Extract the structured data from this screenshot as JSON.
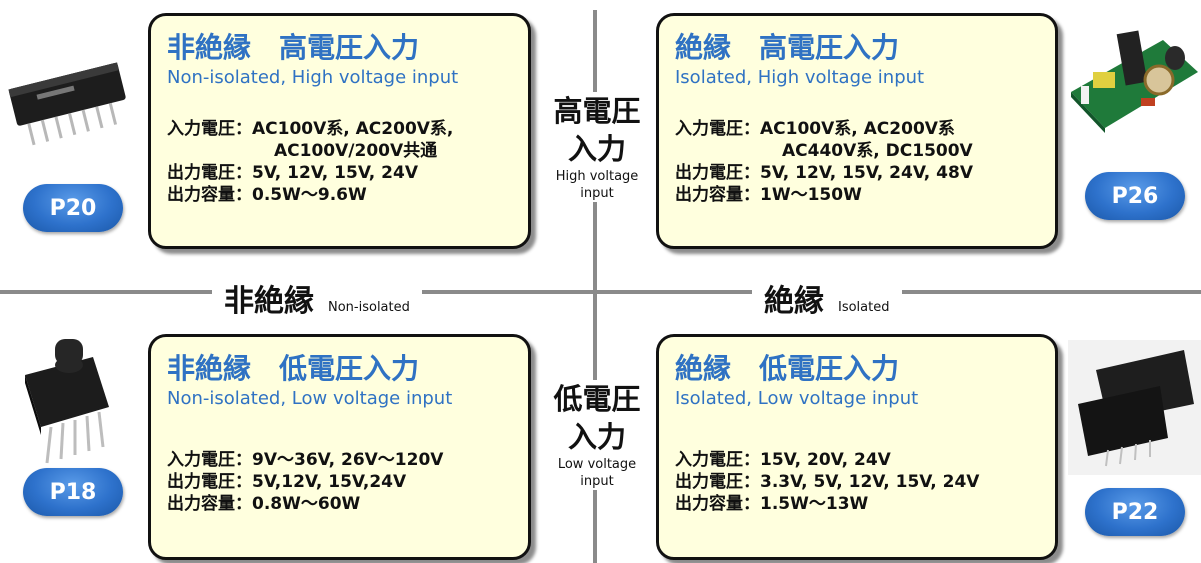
{
  "axes": {
    "non_isolated": {
      "jp": "非絶縁",
      "en": "Non-isolated"
    },
    "isolated": {
      "jp": "絶縁",
      "en": "Isolated"
    },
    "high_voltage": {
      "jp_line1": "高電圧",
      "jp_line2": "入力",
      "en_line1": "High voltage",
      "en_line2": "input"
    },
    "low_voltage": {
      "jp_line1": "低電圧",
      "jp_line2": "入力",
      "en_line1": "Low voltage",
      "en_line2": "input"
    }
  },
  "cards": {
    "non_isolated_high": {
      "title": "非絶縁　高電圧入力",
      "subtitle": "Non-isolated, High voltage input",
      "specs": [
        "入力電圧：AC100V系, AC200V系,",
        "AC100V/200V共通",
        "出力電圧：5V, 12V, 15V, 24V",
        "出力容量：0.5W～9.6W"
      ],
      "page": "P20"
    },
    "isolated_high": {
      "title": "絶縁　高電圧入力",
      "subtitle": "Isolated, High voltage input",
      "specs": [
        "入力電圧：AC100V系, AC200V系",
        "AC440V系, DC1500V",
        "出力電圧：5V, 12V, 15V, 24V, 48V",
        "出力容量：1W～150W"
      ],
      "page": "P26"
    },
    "non_isolated_low": {
      "title": "非絶縁　低電圧入力",
      "subtitle": "Non-isolated, Low voltage input",
      "specs": [
        "入力電圧：9V～36V, 26V～120V",
        "出力電圧：5V,12V, 15V,24V",
        "出力容量：0.8W～60W"
      ],
      "page": "P18"
    },
    "isolated_low": {
      "title": "絶縁　低電圧入力",
      "subtitle": "Isolated, Low voltage input",
      "specs": [
        "入力電圧：15V, 20V, 24V",
        "出力電圧：3.3V, 5V, 12V, 15V, 24V",
        "出力容量：1.5W～13W"
      ],
      "page": "P22"
    }
  },
  "colors": {
    "title_blue": "#2f72c3",
    "card_bg": "#ffffde",
    "badge_blue": "#2e72cc",
    "axis_gray": "#8a8a8a"
  }
}
